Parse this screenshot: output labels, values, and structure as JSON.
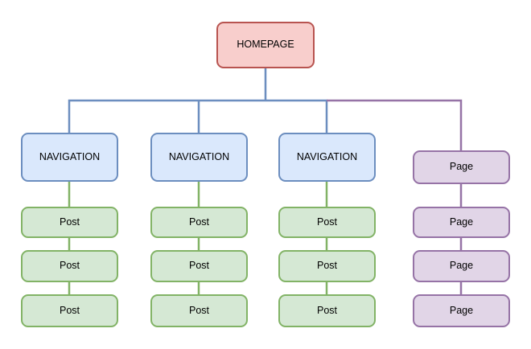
{
  "diagram": {
    "type": "sitemap-tree",
    "root": {
      "label": "HOMEPAGE",
      "theme": "red"
    },
    "columns": [
      {
        "header": "NAVIGATION",
        "theme": "blue",
        "children_theme": "green",
        "children": [
          "Post",
          "Post",
          "Post"
        ]
      },
      {
        "header": "NAVIGATION",
        "theme": "blue",
        "children_theme": "green",
        "children": [
          "Post",
          "Post",
          "Post"
        ]
      },
      {
        "header": "NAVIGATION",
        "theme": "blue",
        "children_theme": "green",
        "children": [
          "Post",
          "Post",
          "Post"
        ]
      },
      {
        "header": "Page",
        "theme": "purple",
        "children_theme": "purple",
        "children": [
          "Page",
          "Page",
          "Page"
        ]
      }
    ],
    "colors": {
      "canvas": "#ffffff",
      "text": "#000000",
      "red_fill": "#f8cecc",
      "red_stroke": "#b85450",
      "blue_fill": "#dae8fc",
      "blue_stroke": "#6c8ebf",
      "green_fill": "#d5e8d4",
      "green_stroke": "#82b366",
      "purple_fill": "#e1d5e7",
      "purple_stroke": "#9673a6"
    }
  }
}
